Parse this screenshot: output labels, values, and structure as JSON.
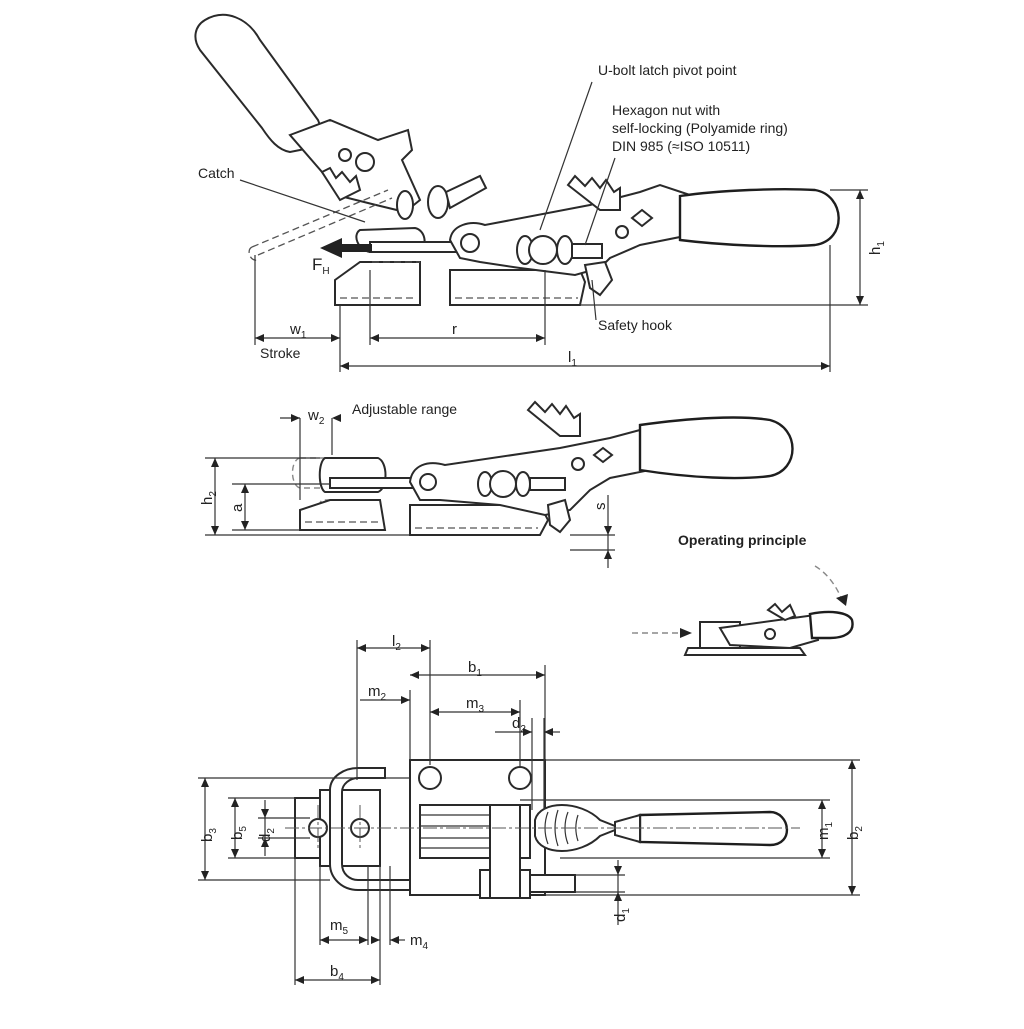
{
  "labels": {
    "catch": "Catch",
    "pivot": "U-bolt latch pivot point",
    "nut_line1": "Hexagon nut with",
    "nut_line2": "self-locking (Polyamide ring)",
    "nut_line3": "DIN 985 (≈ISO 10511)",
    "safety_hook": "Safety hook",
    "stroke": "Stroke",
    "adjustable_range": "Adjustable range",
    "operating_principle": "Operating principle"
  },
  "dimensions": {
    "w1": "w",
    "w1_sub": "1",
    "r": "r",
    "l1": "l",
    "l1_sub": "1",
    "h1": "h",
    "h1_sub": "1",
    "fh": "F",
    "fh_sub": "H",
    "w2": "w",
    "w2_sub": "2",
    "h2": "h",
    "h2_sub": "2",
    "a": "a",
    "s": "s",
    "l2": "l",
    "l2_sub": "2",
    "b1": "b",
    "b1_sub": "1",
    "m2": "m",
    "m2_sub": "2",
    "m3": "m",
    "m3_sub": "3",
    "d2_top": "d",
    "d2_top_sub": "2",
    "b3": "b",
    "b3_sub": "3",
    "b5": "b",
    "b5_sub": "5",
    "d2_left": "d",
    "d2_left_sub": "2",
    "m1": "m",
    "m1_sub": "1",
    "b2": "b",
    "b2_sub": "2",
    "d1": "d",
    "d1_sub": "1",
    "m5": "m",
    "m5_sub": "5",
    "m4": "m",
    "m4_sub": "4",
    "b4": "b",
    "b4_sub": "4"
  },
  "icons": [
    "force-arrow-icon",
    "motion-arrow-icon",
    "dimension-arrow-icon"
  ]
}
